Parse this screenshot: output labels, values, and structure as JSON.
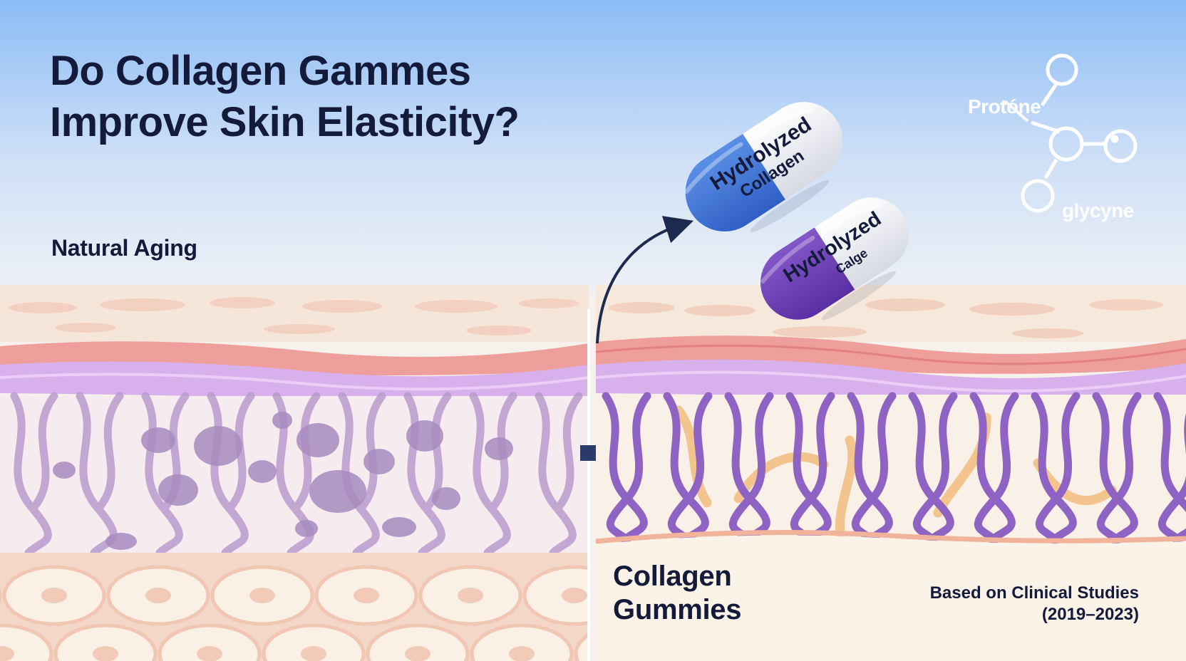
{
  "title": {
    "line1": "Do Collagen Gammes",
    "line2": "Improve Skin Elasticity?"
  },
  "panels": {
    "left_label": "Natural Aging",
    "right_label_line1": "Collagen",
    "right_label_line2": "Gummies"
  },
  "capsules": [
    {
      "line1": "Hydrolyzed",
      "line2": "Collagen",
      "color": "#3d73d6"
    },
    {
      "line1": "Hydrolyzed",
      "line2": "Calge",
      "color": "#6b3fb6"
    }
  ],
  "molecule": {
    "label_a": "Protóne",
    "label_b": "glycyne"
  },
  "source": {
    "line1": "Based on Clinical Studies",
    "line2": "(2019–2023)"
  },
  "colors": {
    "title_text": "#141a3a",
    "sky_top": "#8cbcf6",
    "skin_top": "#f7e8dc",
    "stripe_pink": "#ef9f9b",
    "stripe_purple": "#d8b1ec",
    "fiber_purple": "#8e63c4",
    "fiber_faded": "#b89ccd",
    "elastin_orange": "#f4c48f",
    "arrow": "#1b2a4e"
  }
}
